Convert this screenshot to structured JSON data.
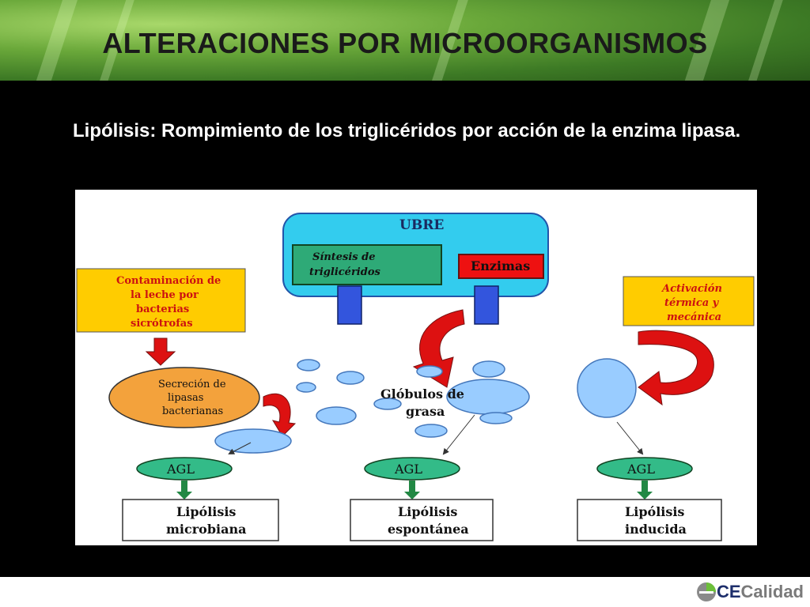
{
  "slide": {
    "title": "ALTERACIONES POR MICROORGANISMOS",
    "subtitle": "Lipólisis: Rompimiento de los triglicéridos por acción de la enzima lipasa."
  },
  "diagram": {
    "udder_label": "UBRE",
    "synthesis_label": [
      "Síntesis de",
      "triglicéridos"
    ],
    "enzymes_label": "Enzimas",
    "contamination_label": [
      "Contaminación de",
      "la leche por",
      "bacterias",
      "sicrótrofas"
    ],
    "activation_label": [
      "Activación",
      "térmica y",
      "mecánica"
    ],
    "secretion_label": [
      "Secreción de",
      "lipasas",
      "bacterianas"
    ],
    "globules_label": [
      "Glóbulos de",
      "grasa"
    ],
    "agl_label": "AGL",
    "lipolysis_types": [
      [
        "Lipólisis",
        "microbiana"
      ],
      [
        "Lipólisis",
        "espontánea"
      ],
      [
        "Lipólisis",
        "inducida"
      ]
    ]
  },
  "footer": {
    "logo_ce": "CE",
    "logo_rest": "Calidad"
  },
  "colors": {
    "udder": "#33ccee",
    "synthesis": "#2eaa77",
    "enzymes": "#ee1111",
    "yellow_box": "#ffcc00",
    "secretion": "#f3a23c",
    "globule": "#99ccff",
    "agl": "#33bb88",
    "arrow_red": "#dd1111"
  }
}
